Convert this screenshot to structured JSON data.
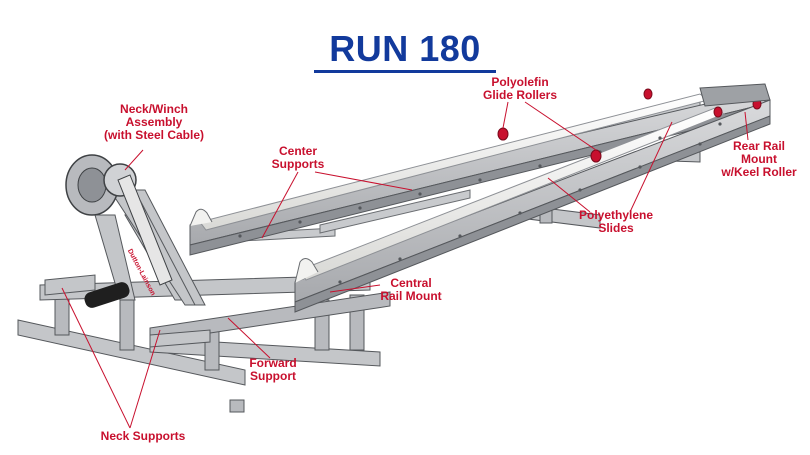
{
  "title": "RUN 180",
  "colors": {
    "title": "#123a9c",
    "label": "#c8102e",
    "leader": "#c8102e",
    "frame": "#c4c6c9",
    "frame_dark": "#8e9196",
    "slide": "#f2f2f0",
    "roller": "#c8102e"
  },
  "labels": {
    "glide_rollers": "Polyolefin\nGlide Rollers",
    "neck_winch": "Neck/Winch\nAssembly\n(with Steel Cable)",
    "center_supports": "Center\nSupports",
    "rear_rail_mount": "Rear Rail\nMount\nw/Keel Roller",
    "polyethylene_slides": "Polyethylene\nSlides",
    "central_rail_mount": "Central\nRail Mount",
    "forward_support": "Forward\nSupport",
    "neck_supports": "Neck Supports"
  },
  "winch_brand": "Dutton-Lainson"
}
